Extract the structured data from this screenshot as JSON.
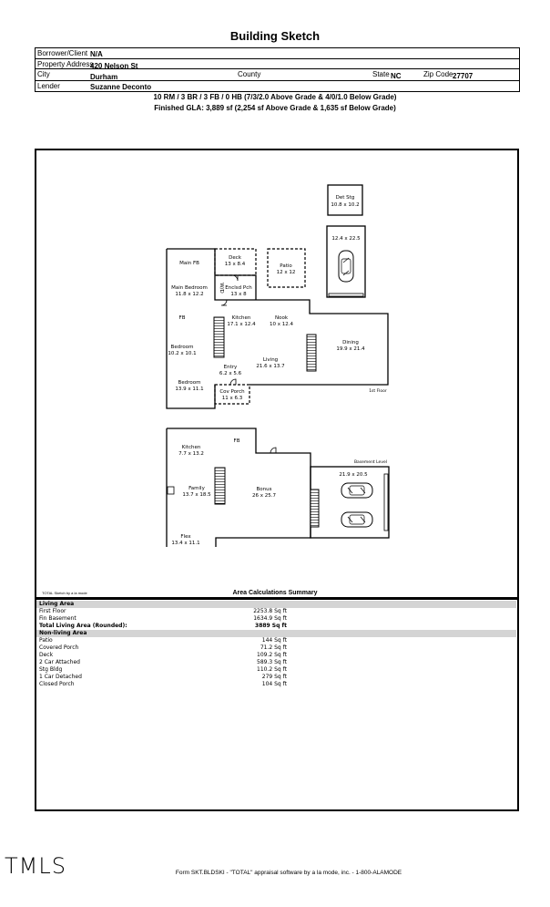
{
  "title": "Building Sketch",
  "header": {
    "borrower_label": "Borrower/Client",
    "borrower": "N/A",
    "address_label": "Property Address",
    "address": "420 Nelson St",
    "city_label": "City",
    "city": "Durham",
    "county_label": "County",
    "county": "",
    "state_label": "State",
    "state": "NC",
    "zip_label": "Zip Code",
    "zip": "27707",
    "lender_label": "Lender",
    "lender": "Suzanne Deconto"
  },
  "summary_line1": "10 RM / 3 BR / 3 FB / 0 HB  (7/3/2.0 Above Grade & 4/0/1.0 Below Grade)",
  "summary_line2": "Finished GLA: 3,889 sf  (2,254 sf Above Grade & 1,635 sf Below Grade)",
  "sketch": {
    "first_floor": {
      "level_label": "1st Floor",
      "det_stg": "Det Stg",
      "det_stg_dim": "10.8 x 10.2",
      "garage_dim": "12.4 x 22.5",
      "main_fb": "Main FB",
      "deck": "Deck",
      "deck_dim": "13 x 8.4",
      "patio": "Patio",
      "patio_dim": "12 x 12",
      "main_bedroom": "Main Bedroom",
      "main_bedroom_dim": "11.8 x 12.2",
      "wd": "W/D",
      "enclsd_pch": "Enclsd Pch",
      "enclsd_pch_dim": "13 x 8",
      "fb": "FB",
      "kitchen": "Kitchen",
      "kitchen_dim": "17.1 x 12.4",
      "nook": "Nook",
      "nook_dim": "10 x 12.4",
      "dining": "Dining",
      "dining_dim": "19.9 x 21.4",
      "bedroom1": "Bedroom",
      "bedroom1_dim": "10.2 x 10.1",
      "living": "Living",
      "living_dim": "21.6 x 13.7",
      "entry": "Entry",
      "entry_dim": "6.2 x 5.6",
      "bedroom2": "Bedroom",
      "bedroom2_dim": "13.9 x 11.1",
      "cov_porch": "Cov Porch",
      "cov_porch_dim": "11 x 6.3"
    },
    "basement": {
      "level_label": "Basement Level",
      "fb": "FB",
      "kitchen": "Kitchen",
      "kitchen_dim": "7.7 x 13.2",
      "family": "Family",
      "family_dim": "13.7 x 18.5",
      "bonus": "Bonus",
      "bonus_dim": "26 x 25.7",
      "garage_dim": "21.9 x 20.5",
      "flex": "Flex",
      "flex_dim": "13.4 x 11.1"
    }
  },
  "area_calc": {
    "credit": "TOTAL Sketch by a la mode",
    "title": "Area Calculations Summary",
    "living_header": "Living Area",
    "living": [
      {
        "label": "First Floor",
        "value": "2253.8 Sq ft"
      },
      {
        "label": "Fin Basement",
        "value": "1634.9 Sq ft"
      }
    ],
    "total_label": "Total Living Area (Rounded):",
    "total_value": "3889 Sq ft",
    "nonliving_header": "Non-living Area",
    "nonliving": [
      {
        "label": "Patio",
        "value": "144 Sq ft"
      },
      {
        "label": "Covered Porch",
        "value": "71.2 Sq ft"
      },
      {
        "label": "Deck",
        "value": "109.2 Sq ft"
      },
      {
        "label": "2 Car Attached",
        "value": "589.3 Sq ft"
      },
      {
        "label": "Stg Bldg",
        "value": "110.2 Sq ft"
      },
      {
        "label": "1 Car Detached",
        "value": "279 Sq ft"
      },
      {
        "label": "Closed Porch",
        "value": "104 Sq ft"
      }
    ]
  },
  "logo": "TMLS",
  "footer": "Form SKT.BLDSKI - \"TOTAL\" appraisal software by a la mode, inc. - 1-800-ALAMODE"
}
